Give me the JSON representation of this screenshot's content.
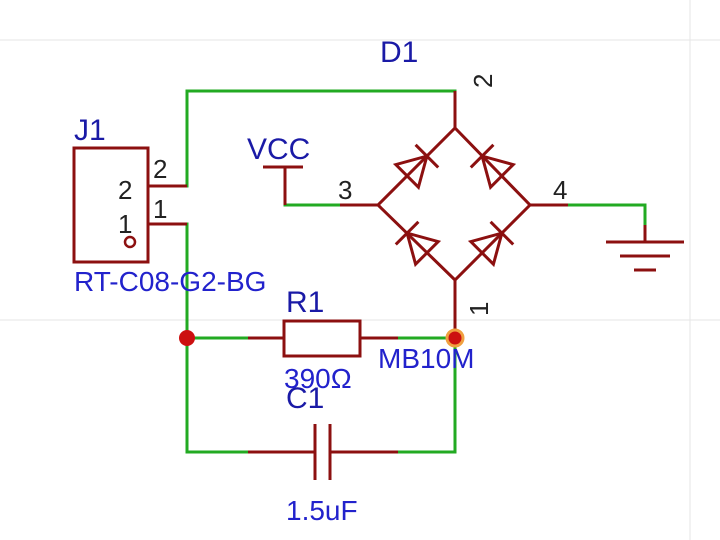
{
  "components": {
    "j1": {
      "designator": "J1",
      "value": "RT-C08-G2-BG",
      "pins": [
        {
          "internal_label": "2",
          "pin_number": "2"
        },
        {
          "internal_label": "1",
          "pin_number": "1"
        }
      ]
    },
    "d1": {
      "designator": "D1",
      "value": "MB10M",
      "pins": {
        "top": "2",
        "left": "3",
        "right": "4",
        "bottom": "1"
      }
    },
    "r1": {
      "designator": "R1",
      "value": "390Ω"
    },
    "c1": {
      "designator": "C1",
      "value": "1.5uF"
    },
    "vcc": {
      "label": "VCC"
    }
  },
  "colors": {
    "wire": "#22aa22",
    "component": "#8c1010",
    "designator_text": "#1a1aa6",
    "junction": "#cc1010",
    "highlight": "#f0a040"
  }
}
